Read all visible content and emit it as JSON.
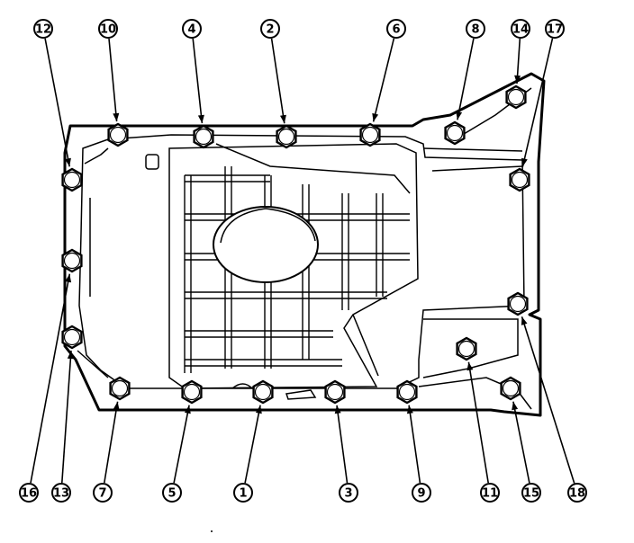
{
  "diagram": {
    "callouts": [
      {
        "id": "12",
        "label": "⑫"
      },
      {
        "id": "10",
        "label": "⑩"
      },
      {
        "id": "4",
        "label": "④"
      },
      {
        "id": "2",
        "label": "②"
      },
      {
        "id": "6",
        "label": "⑥"
      },
      {
        "id": "8",
        "label": "⑧"
      },
      {
        "id": "14",
        "label": "⑭"
      },
      {
        "id": "17",
        "label": "⑰"
      },
      {
        "id": "16",
        "label": "⑯"
      },
      {
        "id": "13",
        "label": "⑬"
      },
      {
        "id": "7",
        "label": "⑦"
      },
      {
        "id": "5",
        "label": "⑤"
      },
      {
        "id": "1",
        "label": "①"
      },
      {
        "id": "3",
        "label": "③"
      },
      {
        "id": "9",
        "label": "⑨"
      },
      {
        "id": "11",
        "label": "⑪"
      },
      {
        "id": "15",
        "label": "⑮"
      },
      {
        "id": "18",
        "label": "⑱"
      }
    ]
  }
}
